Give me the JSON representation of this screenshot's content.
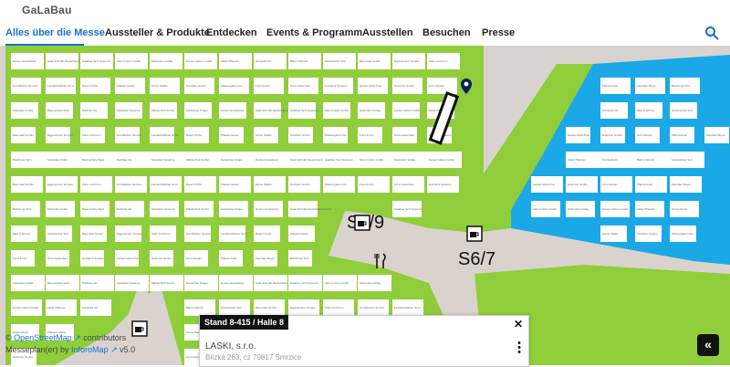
{
  "app": {
    "logo": "GaLaBau"
  },
  "nav": {
    "items": [
      {
        "label": "Alles über die Messe"
      },
      {
        "label": "Aussteller & Produkte"
      },
      {
        "label": "Entdecken"
      },
      {
        "label": "Events & Programm"
      },
      {
        "label": "Ausstellen"
      },
      {
        "label": "Besuchen"
      },
      {
        "label": "Presse"
      }
    ]
  },
  "map": {
    "hall_labels": [
      "S8/9",
      "S6/7"
    ],
    "booth_labels": [
      "Hortus Ausstellung",
      "Gala Schmidt Deutschland GmbH",
      "Galabau Tech Systems",
      "Klemm Grün GmbH",
      "Naturstein Verlag",
      "Hanse Garten GmbH",
      "Zeller Pflanzen",
      "Grünpark AG",
      "Blatt & Wurzel",
      "Gartenkultur Süd",
      "Baumwelt GmbH",
      "Eggersmann Gruppe",
      "Stein und Form",
      "Grünflächen Service",
      "Landschaftsbau Nord",
      "Rasen Profis",
      "Pflastermeister",
      "Grüne Städte",
      "Teichbau GmbH",
      "Wassergarten AG",
      "Forst & Flur",
      "Terra Gartenbau",
      "Holzdeck Systeme",
      "Gartenmöbel Plus",
      "Hofmann GmbH",
      "Grün Design",
      "Pflanzenwelt",
      "Zaunbau Meyer",
      "Böschung Tech",
      "Substrate GmbH",
      "Baumschule West",
      "Parkbau AG",
      "Spielplatz Systeme",
      "Mähtechnik GmbH",
      "Gartenbau Krüger"
    ],
    "colors": {
      "hall_green": "#8fce3a",
      "hall_blue": "#1aa9e6",
      "corridor": "#dad3cd",
      "booth": "#ffffff",
      "outside": "#d8d3d0"
    }
  },
  "popup": {
    "stand": "Stand 8-415 / Halle 8",
    "name": "LASKI, s.r.o.",
    "address": "Blízká 263, cz 79817 Smrzice"
  },
  "attribution": {
    "line1_prefix": "©",
    "line1_link": "OpenStreetMap",
    "line1_suffix": "contributors",
    "line2_prefix": "Messeplan(er) by",
    "line2_link": "InforoMap",
    "line2_version": "v5.0"
  },
  "controls": {
    "collapse_label": "«"
  }
}
